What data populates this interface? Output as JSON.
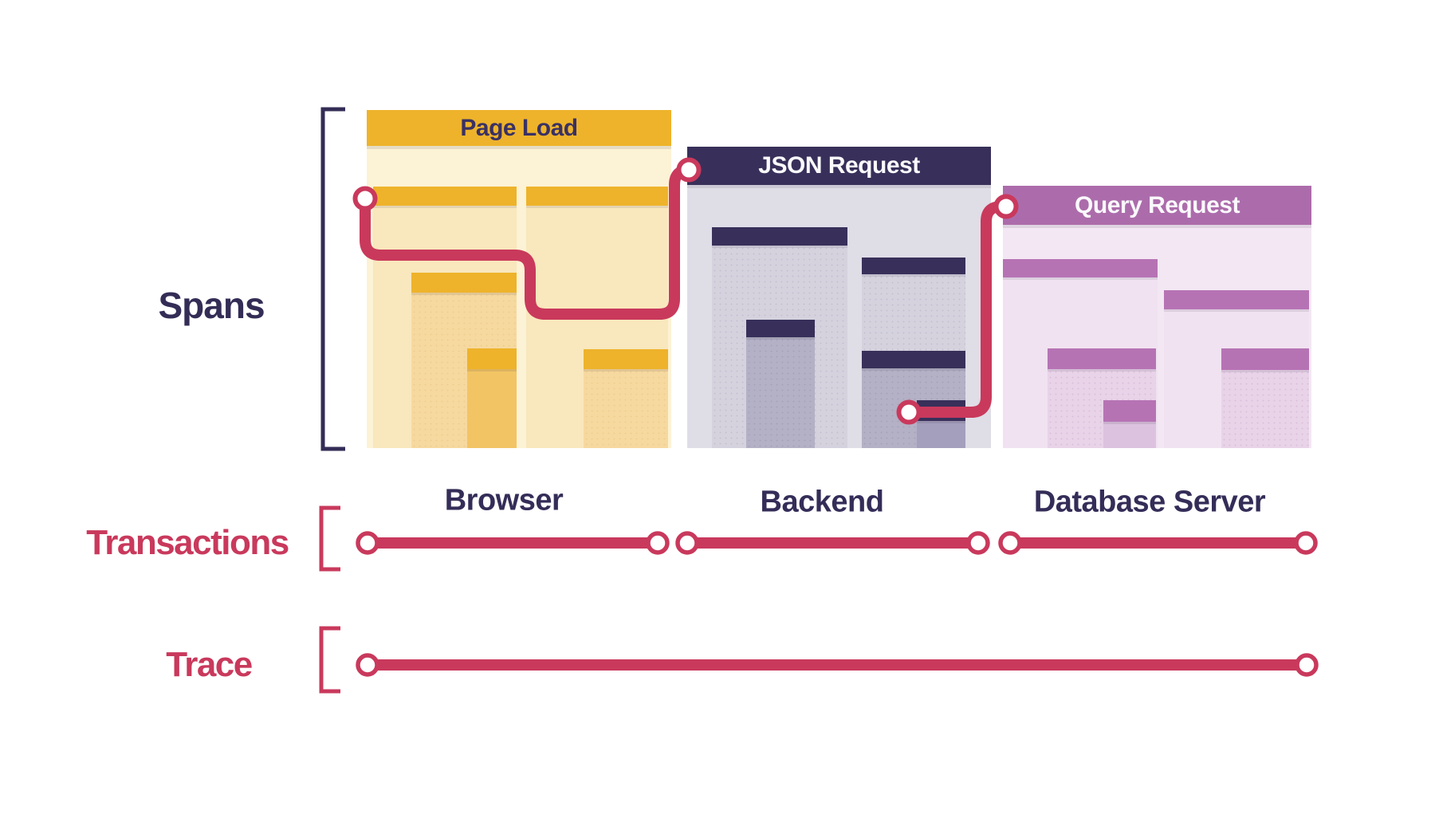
{
  "row_labels": {
    "spans": "Spans",
    "transactions": "Transactions",
    "trace": "Trace"
  },
  "services": [
    {
      "name": "Browser",
      "transaction": "Page Load"
    },
    {
      "name": "Backend",
      "transaction": "JSON Request"
    },
    {
      "name": "Database Server",
      "transaction": "Query Request"
    }
  ],
  "colors": {
    "trace_red": "#c9395c",
    "navy_header": "#38305a",
    "gold_header": "#eeb32b",
    "purple_header": "#ac6cab",
    "gold_header_text": "#3a3163",
    "light_header_text": "#faf9fc",
    "label_navy": "#332d56"
  }
}
